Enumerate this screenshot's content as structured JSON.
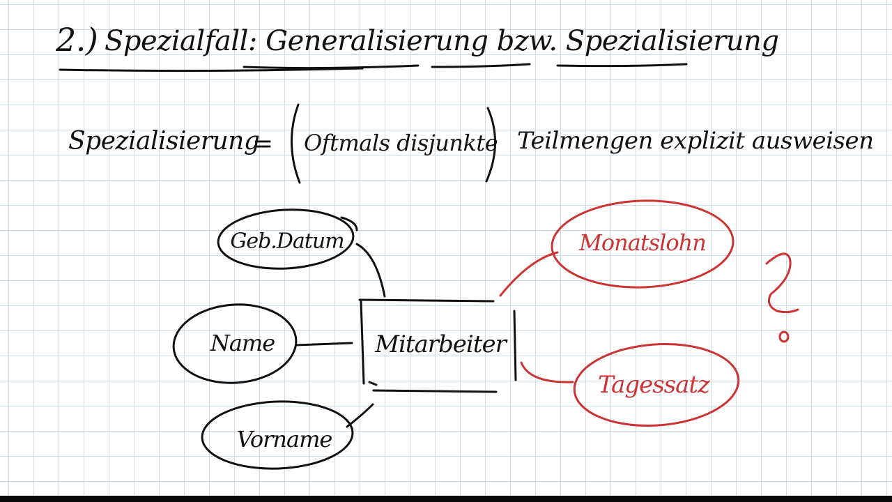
{
  "heading": {
    "number": "2.)",
    "title": "Spezialfall: Generalisierung bzw. Spezialisierung"
  },
  "definition": {
    "term": "Spezialisierung",
    "equals": "=",
    "bracket_text": "Oftmals disjunkte",
    "rest": "Teilmengen explizit ausweisen"
  },
  "diagram": {
    "entity": "Mitarbeiter",
    "attributes": [
      "Geb.Datum",
      "Name",
      "Vorname"
    ],
    "questioned_attributes": [
      "Monatslohn",
      "Tagessatz"
    ],
    "question_mark": "?"
  },
  "colors": {
    "ink": "#111111",
    "red_ink": "#cc3333",
    "grid": "#cfdde8",
    "paper": "#ffffff"
  }
}
